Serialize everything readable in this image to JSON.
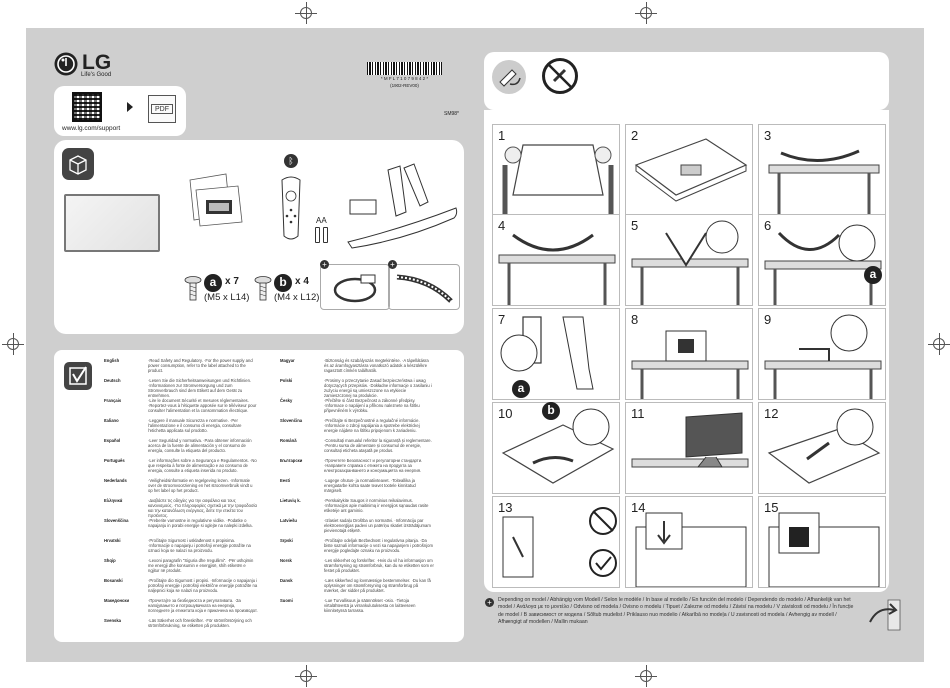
{
  "brand": {
    "logo_text": "LG",
    "slogan": "Life's Good",
    "support_url": "www.lg.com/support",
    "pdf_label": "PDF"
  },
  "barcode": {
    "number": "* M F L 7 1 0 7 9 8 4 2 *",
    "revision": "(1902-REV00)",
    "model": "SM98*"
  },
  "screws": {
    "a": {
      "letter": "a",
      "count": "x 7",
      "spec": "(M5 x L14)"
    },
    "b": {
      "letter": "b",
      "count": "x 4",
      "spec": "(M4 x L12)"
    }
  },
  "battery_label": "AA",
  "steps": [
    {
      "n": "1"
    },
    {
      "n": "2"
    },
    {
      "n": "3"
    },
    {
      "n": "4"
    },
    {
      "n": "5"
    },
    {
      "n": "6"
    },
    {
      "n": "7"
    },
    {
      "n": "8"
    },
    {
      "n": "9"
    },
    {
      "n": "10"
    },
    {
      "n": "11"
    },
    {
      "n": "12"
    },
    {
      "n": "13"
    },
    {
      "n": "14"
    },
    {
      "n": "15"
    }
  ],
  "step_letters": {
    "s6": "a",
    "s7": "a",
    "s10": "b"
  },
  "languages_left": [
    {
      "name": "English",
      "text": "·Read Safety and Regulatory. ·For the power supply and power consumption, refer to the label attached to the product."
    },
    {
      "name": "Deutsch",
      "text": "·Lesen Sie die Sicherheitsanweisungen und Richtlinien. ·Informationen zur Stromversorgung und zum Stromverbrauch sind dem Etikett auf dem Gerät zu entnehmen."
    },
    {
      "name": "Français",
      "text": "·Lire le document Sécurité et mesures réglementaires. ·Reportez-vous à l'étiquette apposée sur le téléviseur pour consulter l'alimentation et la consommation électrique."
    },
    {
      "name": "Italiano",
      "text": "·Leggere il manuale Sicurezza e normative. ·Per l'alimentazione e il consumo di energia, consultare l'etichetta applicata sul prodotto."
    },
    {
      "name": "Español",
      "text": "·Leer Seguridad y normativa. ·Para obtener información acerca de la fuente de alimentación y el consumo de energía, consulte la etiqueta del producto."
    },
    {
      "name": "Português",
      "text": "·Ler informações sobre a Segurança e Regulamentos. ·No que respeita à fonte de alimentação e ao consumo de energia, consulte a etiqueta inserida no produto."
    },
    {
      "name": "Nederlands",
      "text": "·Veiligheidsinformatie en regelgeving lezen. ·Informatie over de stroomvoorziening en het stroomverbruik vindt u op het label op het product."
    },
    {
      "name": "Ελληνικά",
      "text": "·Διαβάστε τις οδηγίες για την ασφάλεια και τους κανονισμούς. ·Για πληροφορίες σχετικά με την τροφοδοσία και την κατανάλωση ενέργειας, δείτε την ετικέτα του προϊόντος."
    },
    {
      "name": "Slovenščina",
      "text": "·Preberite varnostne in regulativne vidike. ·Podatke o napajanju in porabi energije si oglejte na nalepki izdelka."
    },
    {
      "name": "Hrvatski",
      "text": "·Pročitajte Sigurnost i usklađenost s propisima. ·Informacije o napajanju i potrošnji energije potražite na oznaci koja se nalazi na proizvodu."
    },
    {
      "name": "Shqip",
      "text": "·Lexoni paragrafin \"Siguria dhe rregullimi\". ·Për ushqimin me energji dhe konsumin e energjisë, shih etiketën e ngjitur në produkt."
    },
    {
      "name": "Bosanski",
      "text": "·Pročitajte dio Sigurnost i propisi. ·Informacije o napajanju i potrošnji energije i potrošnji električne energije potražite na naljepnici koja se nalazi na proizvodu."
    },
    {
      "name": "Македонски",
      "text": "·Прочитајте за безбедноста и регулативата. ·За напојувањето и потрошувачката на енергија, погледнете ја етикетата која е прикачена на производот."
    },
    {
      "name": "Svenska",
      "text": "·Läs Säkerhet och föreskrifter. ·För strömförsörjning och strömförbrukning, se etiketten på produkten."
    }
  ],
  "languages_right": [
    {
      "name": "Magyar",
      "text": "·Biztonság és szabályozás megtekintése. ·A tápellátásra és az áramfogyasztásra vonatkozó adatok a készülékre ragasztott címkén találhatók."
    },
    {
      "name": "Polski",
      "text": "·Prosimy o przeczytanie Zasad bezpieczeństwa i uwag dotyczących przepisów. ·Dokładne informacje o zasilaniu i zużyciu energii są umieszczone na etykiecie zamieszczonej na produkcie."
    },
    {
      "name": "Česky",
      "text": "·Přečtěte si část Bezpečnost a zákonné předpisy. ·Informace o napájení a příkonu naleznete na štítku připevněném k výrobku."
    },
    {
      "name": "Slovenčina",
      "text": "·Prečítajte si Bezpečnostné a regulačné informácie. ·Informácie o zdroji napájania a spotrebe elektrickej energie nájdete na štítku pripojenom k zariadeniu."
    },
    {
      "name": "Română",
      "text": "·Consultați manualul referitor la siguranță și reglementare. ·Pentru sursa de alimentare și consumul de energie, consultați eticheta ataşată pe produs."
    },
    {
      "name": "Български",
      "text": "·Прочетете Безопасност и регулаторни стандарти. ·Направете справка с етикета на продукта за електрозахранването и консумацията на енергия."
    },
    {
      "name": "Eesti",
      "text": "·Lugege ohutus- ja normatiivteavet. ·Toiteallika ja energiatarbe kohta saate teavet tootele kinnitatud märgiselt."
    },
    {
      "name": "Lietuvių k.",
      "text": "·Perskaitykite Saugos ir norminius reikalavimus. ·Informacijos apie maitinimą ir energijos sąnaudas rasite etiketėje ant gaminio."
    },
    {
      "name": "Latviešu",
      "text": "·Izlasiet sadaļu Drošība un normatīvi. ·Informāciju par elektroenerģijas padevi un patēriņu skatiet izstrādājumam pievienotajā etiķetē."
    },
    {
      "name": "Srpski",
      "text": "·Pročitajte odeljak Bezbednost i regulativna pitanja. ·Da biste saznali informacije o vezi sa napajanjem i potrošnjom energije pogledajte oznaku na proizvodu."
    },
    {
      "name": "Norsk",
      "text": "·Les sikkerhet og forskrifter. ·Hvis du vil ha informasjon om strømforsyning og strømforbruk, kan du se etiketten som er festet på produktet."
    },
    {
      "name": "Dansk",
      "text": "·Læs sikkerhed og lovmæssige bestemmelser. ·Du kan få oplysninger om strømforsyning og strømforbrug på mærket, der sidder på produktet."
    },
    {
      "name": "Suomi",
      "text": "·Lue Turvallisuus ja säännökset -osio. ·Tietoja virtalähteestä ja virrankulutuksesta on laitteeseen kiinnitetyssä tarrassa."
    }
  ],
  "footer_note": "Depending on model / Abhängig vom Modell / Selon le modèle / In base al modello / En función del modelo / Dependendo do modelo / Afhankelijk van het model / Ανάλογα με το μοντέλο / Odvisno od modela / Ovisno o modelu / Tipuet / Zalezne od modelu / Závisí na modelu / V závislosti od modelu / În funcție de model / В зависимост от модела / Sõltub mudelist / Priklauso nuo modelio / Atkarībā no modeļa / U zavisnosti od modela / Avhengig av modell / Afhængigt af modellen / Mallin mukaan"
}
